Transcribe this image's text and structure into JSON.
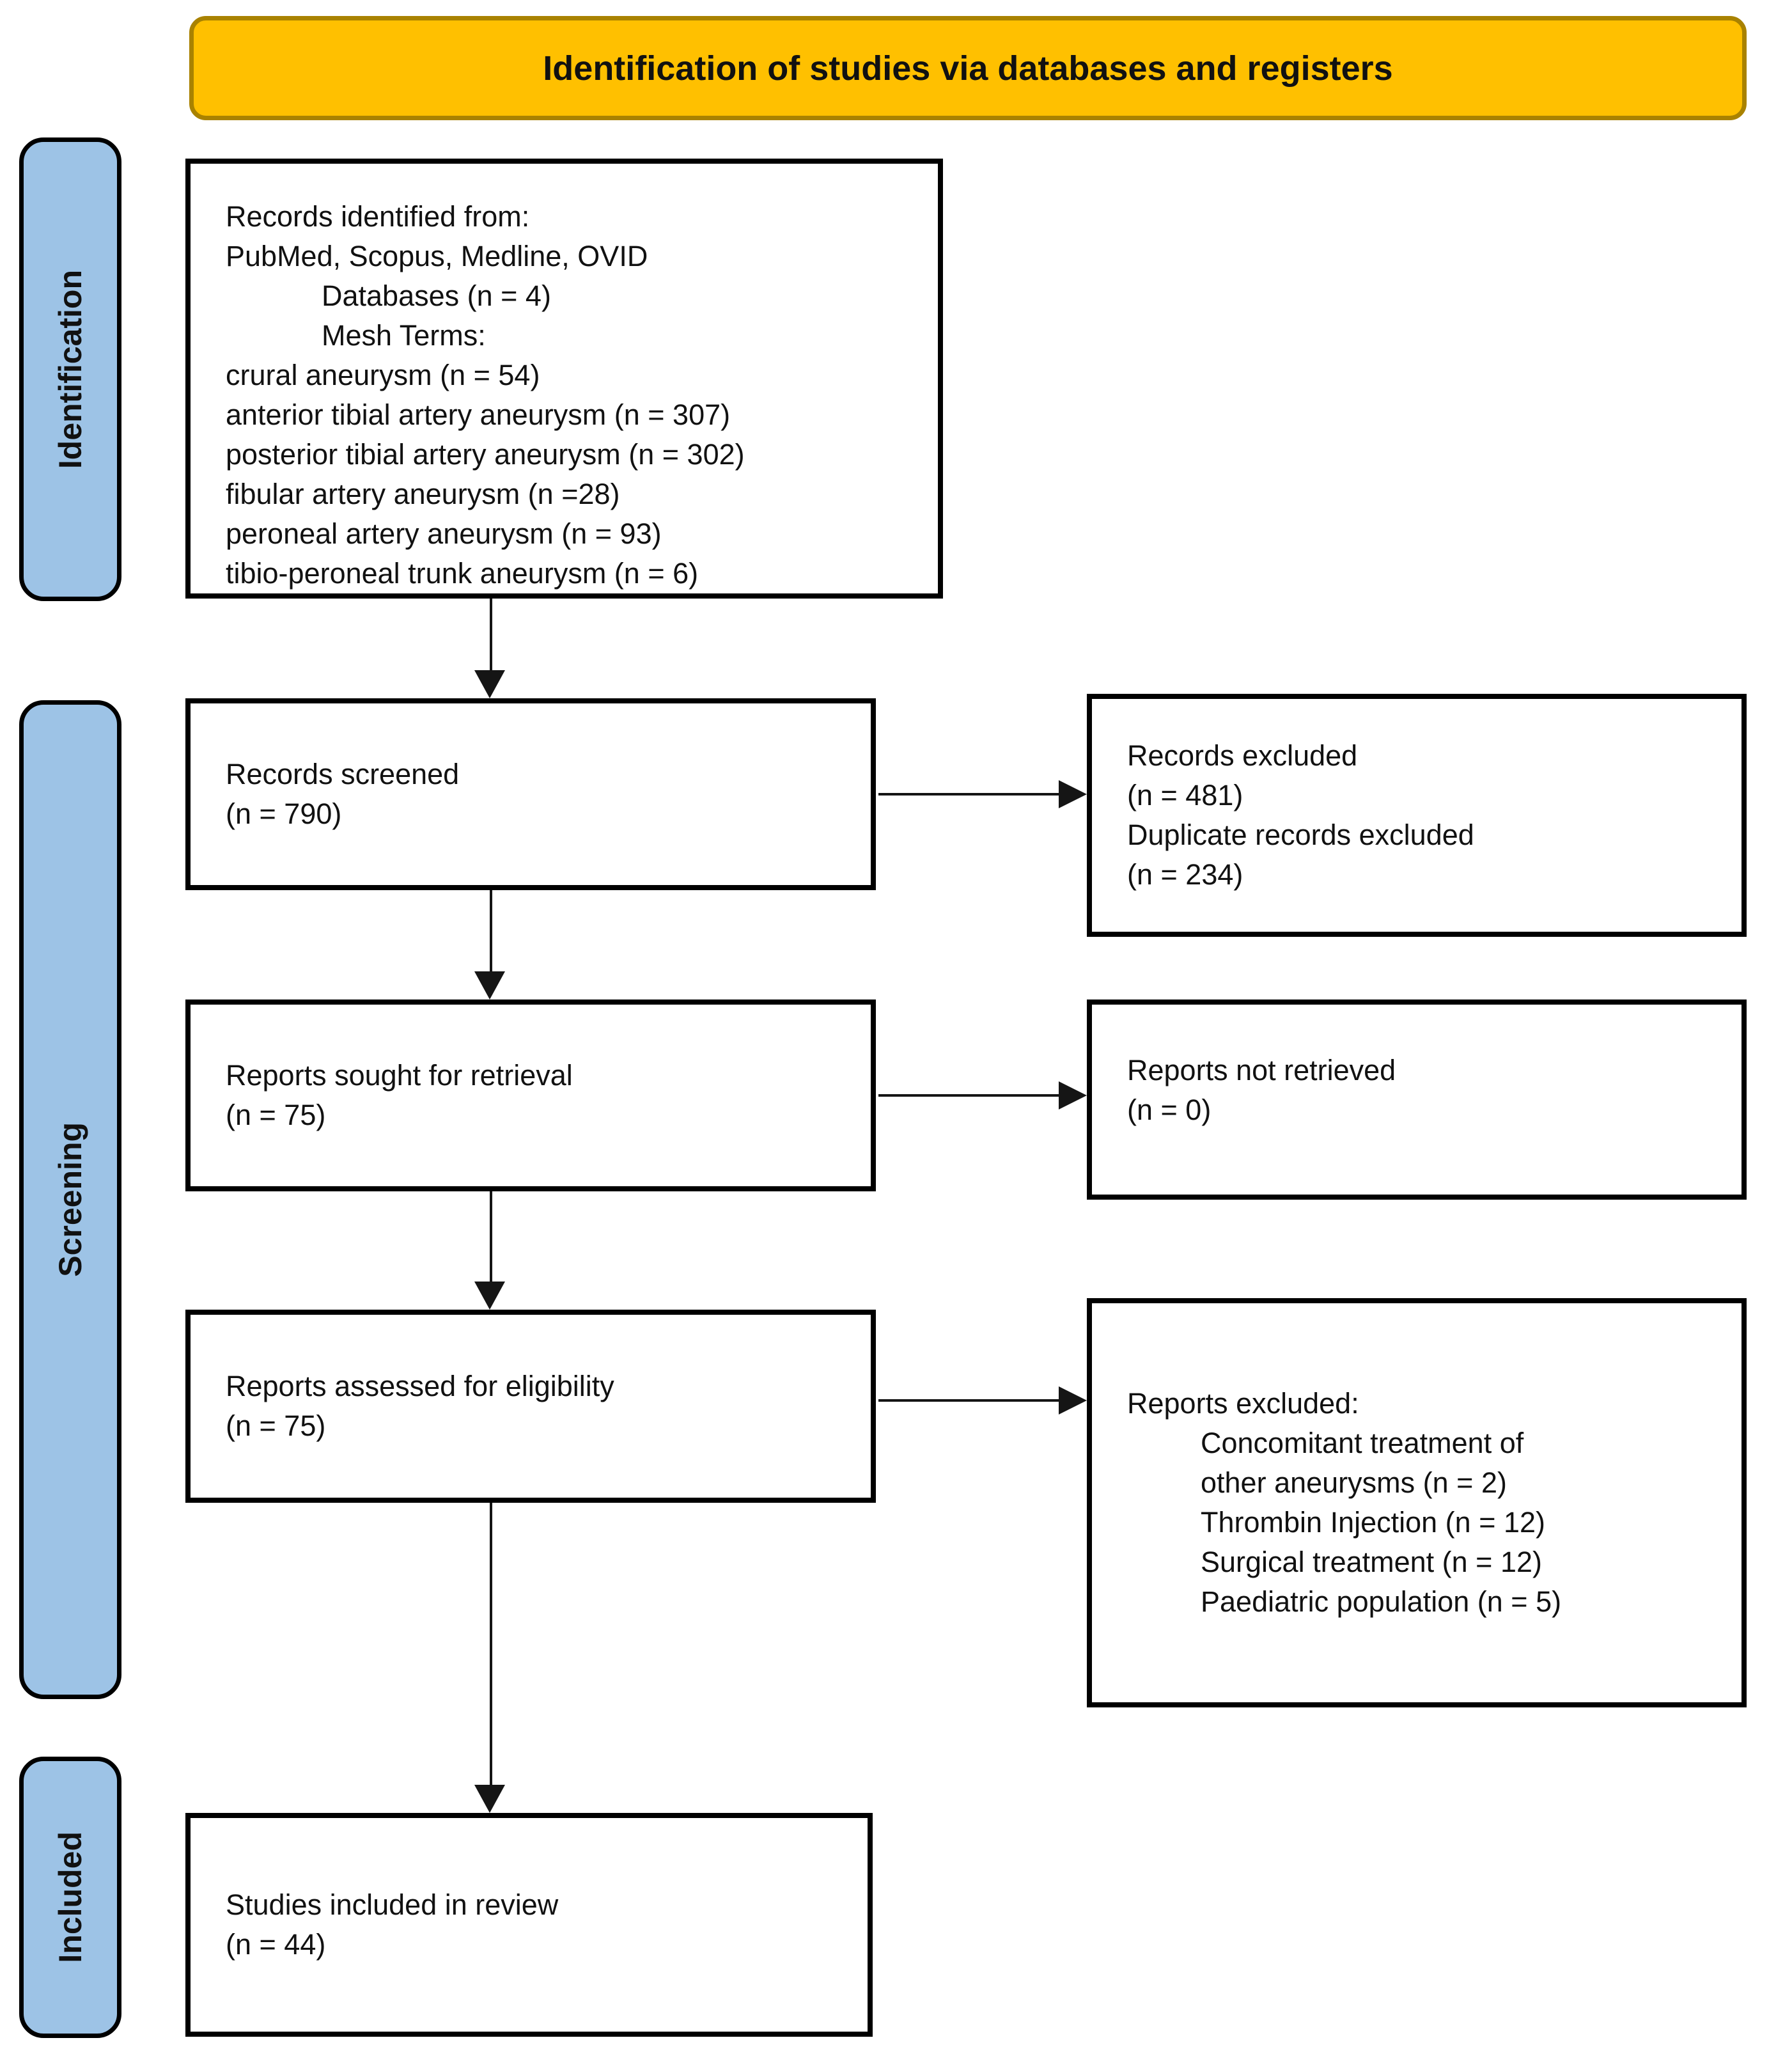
{
  "title": "Identification of studies via databases and registers",
  "colors": {
    "banner_fill": "#FFC000",
    "banner_border": "#A98200",
    "stage_fill": "#9DC3E6",
    "box_border": "#000000",
    "arrow": "#151515"
  },
  "stages": {
    "identification": "Identification",
    "screening": "Screening",
    "included": "Included"
  },
  "boxes": {
    "records_identified": {
      "lines": [
        "Records identified from:",
        "PubMed, Scopus, Medline, OVID",
        "Databases (n = 4)",
        "Mesh Terms:",
        "crural aneurysm (n = 54)",
        "anterior tibial artery aneurysm (n = 307)",
        "posterior tibial artery aneurysm (n = 302)",
        "fibular artery aneurysm (n =28)",
        "peroneal artery aneurysm (n = 93)",
        "tibio-peroneal trunk aneurysm (n = 6)"
      ]
    },
    "records_screened": {
      "lines": [
        "Records screened",
        "(n = 790)"
      ]
    },
    "records_excluded": {
      "lines": [
        "Records excluded",
        "(n = 481)",
        "Duplicate records excluded",
        "(n = 234)"
      ]
    },
    "reports_sought": {
      "lines": [
        "Reports sought for retrieval",
        "(n = 75)"
      ]
    },
    "reports_not_retrieved": {
      "lines": [
        "Reports not retrieved",
        "(n = 0)"
      ]
    },
    "reports_assessed": {
      "lines": [
        "Reports assessed for eligibility",
        "(n = 75)"
      ]
    },
    "reports_excluded": {
      "lines": [
        "Reports excluded:",
        "Concomitant treatment of",
        "other aneurysms (n = 2)",
        "Thrombin Injection (n = 12)",
        "Surgical treatment (n = 12)",
        "Paediatric population (n = 5)"
      ]
    },
    "studies_included": {
      "lines": [
        "Studies included in review",
        "(n = 44)"
      ]
    }
  }
}
